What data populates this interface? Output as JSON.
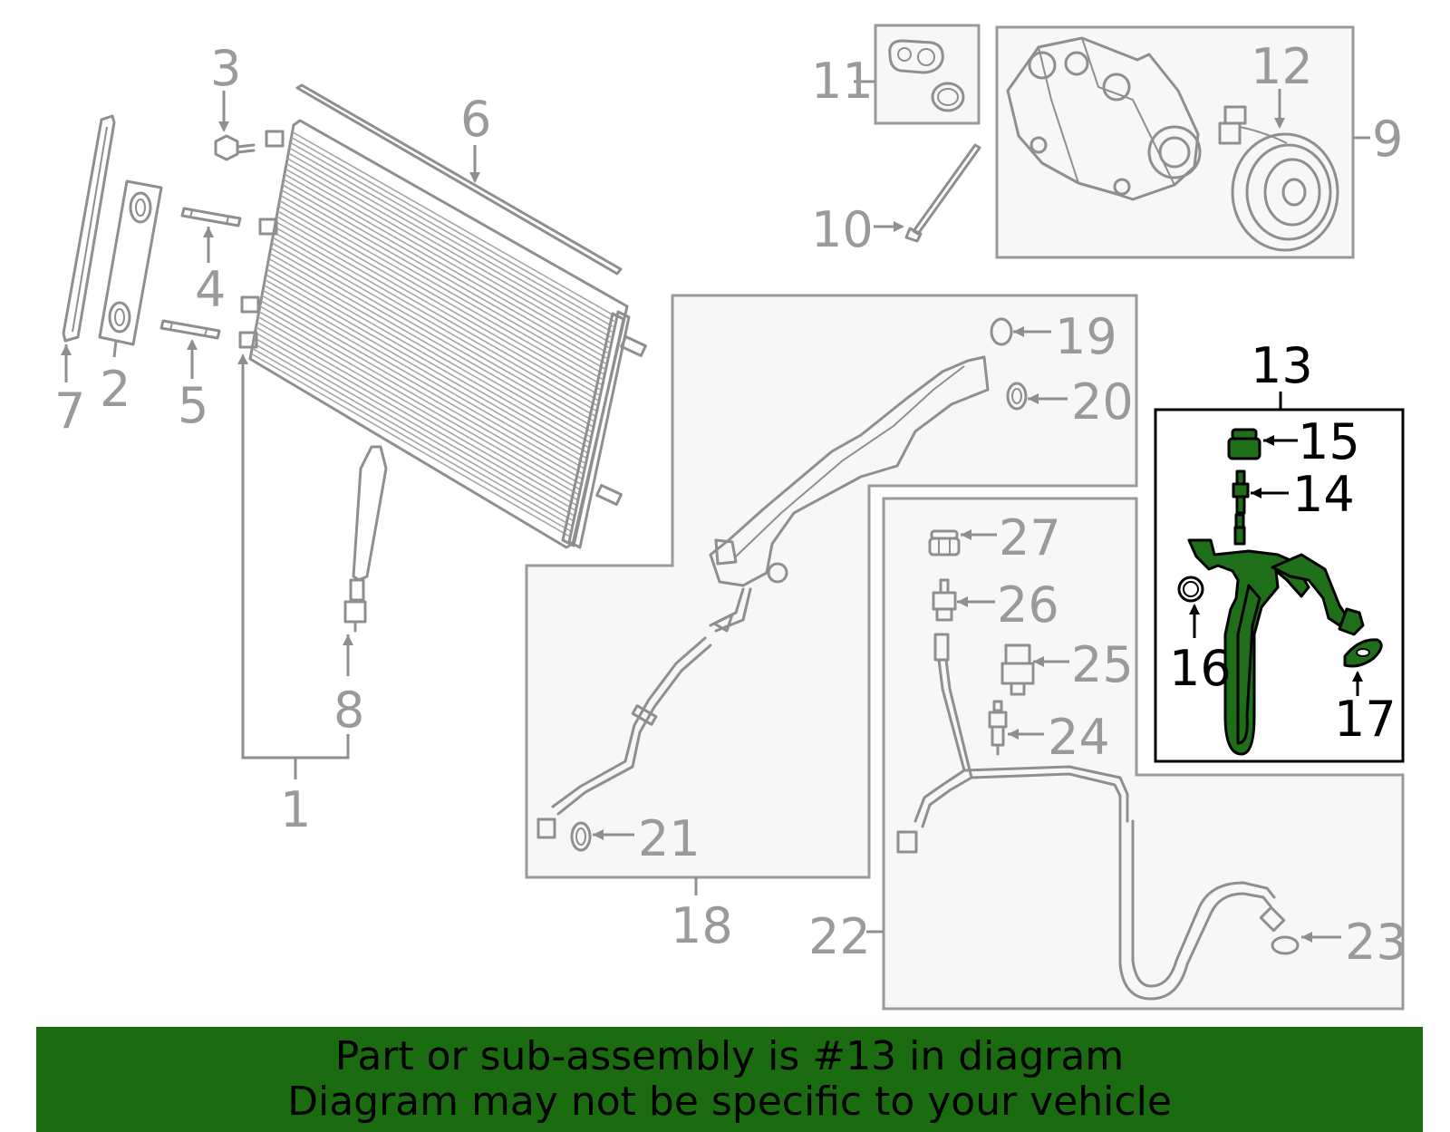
{
  "callouts": {
    "n1": "1",
    "n2": "2",
    "n3": "3",
    "n4": "4",
    "n5": "5",
    "n6": "6",
    "n7": "7",
    "n8": "8",
    "n9": "9",
    "n10": "10",
    "n11": "11",
    "n12": "12",
    "n13": "13",
    "n14": "14",
    "n15": "15",
    "n16": "16",
    "n17": "17",
    "n18": "18",
    "n19": "19",
    "n20": "20",
    "n21": "21",
    "n22": "22",
    "n23": "23",
    "n24": "24",
    "n25": "25",
    "n26": "26",
    "n27": "27"
  },
  "highlight": {
    "part_number": "13",
    "color": "#1f6e1a"
  },
  "banner": {
    "line1": "Part or sub-assembly is #13 in diagram",
    "line2": "Diagram may not be specific to your vehicle",
    "background": "#1b6c10"
  }
}
